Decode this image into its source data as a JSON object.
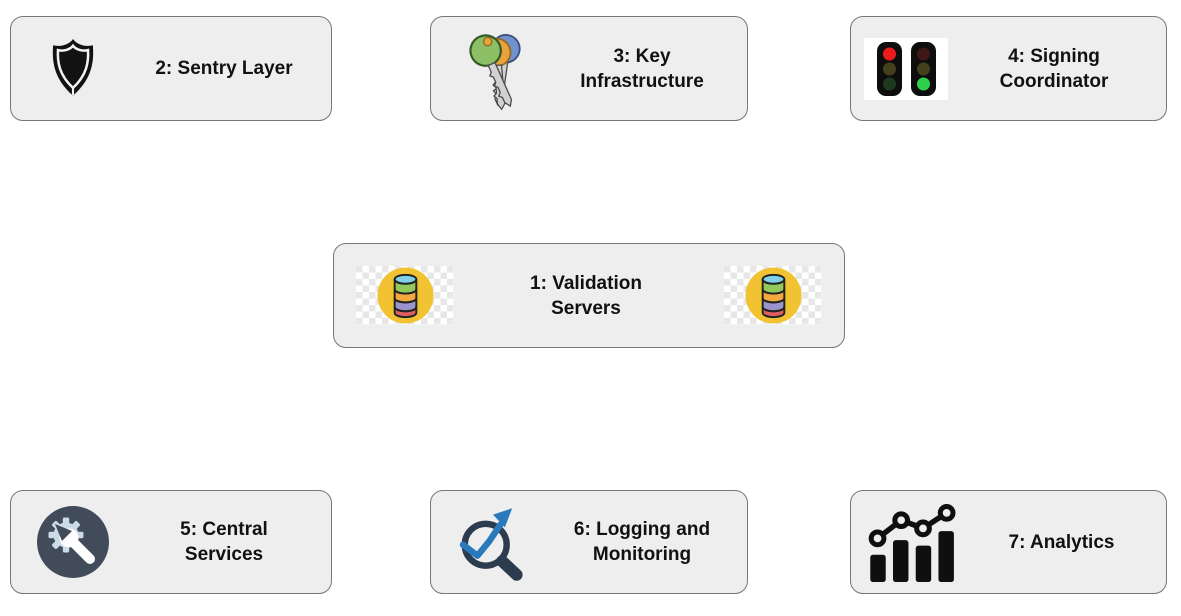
{
  "diagram": {
    "nodes": [
      {
        "id": "validation-servers",
        "label": "1: Validation\nServers",
        "icon": "database-icon"
      },
      {
        "id": "sentry-layer",
        "label": "2: Sentry Layer",
        "icon": "shield-icon"
      },
      {
        "id": "key-infrastructure",
        "label": "3: Key\nInfrastructure",
        "icon": "keys-icon"
      },
      {
        "id": "signing-coordinator",
        "label": "4: Signing\nCoordinator",
        "icon": "traffic-lights-icon"
      },
      {
        "id": "central-services",
        "label": "5: Central\nServices",
        "icon": "gear-wrench-icon"
      },
      {
        "id": "logging-monitoring",
        "label": "6: Logging and\nMonitoring",
        "icon": "magnifier-trend-icon"
      },
      {
        "id": "analytics",
        "label": "7: Analytics",
        "icon": "bar-chart-icon"
      }
    ],
    "palette": {
      "card_fill": "#eeeeee",
      "card_border": "#777777",
      "text": "#111111",
      "db_circle_yellow": "#f1c232",
      "db_top_blue": "#7fd1e8",
      "db_bands": [
        "#93c85a",
        "#f5a83d",
        "#9d93cf",
        "#e25f5f"
      ],
      "traffic_red": "#ec1c1c",
      "traffic_green": "#2fd14b",
      "gear_circle_slate": "#414b59",
      "gear_light": "#ccdbe8",
      "magnifier_slate": "#2c3c4e",
      "trend_blue": "#2979bd",
      "key_head_green": "#8dbf67",
      "key_head_orange": "#e8a33d",
      "key_head_blue": "#7191cf"
    }
  }
}
